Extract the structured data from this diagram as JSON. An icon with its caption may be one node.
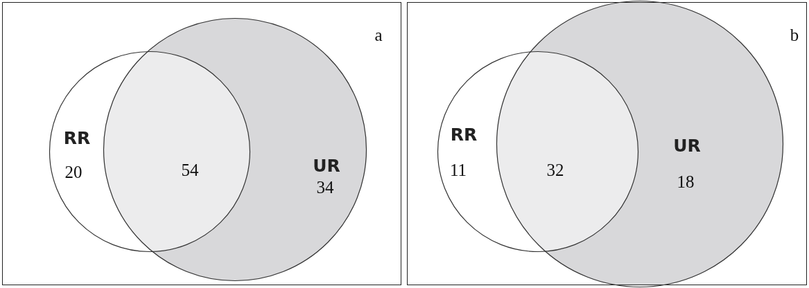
{
  "diagram": {
    "nodes": [
      {
        "text": [
          "a"
        ]
      },
      {
        "text": [
          "RR",
          "20"
        ],
        "in": 0
      },
      {
        "text": [
          "UR",
          "34"
        ],
        "in": 0
      },
      {
        "text": [
          "b"
        ]
      },
      {
        "text": [
          "RR",
          "11"
        ],
        "in": 3
      },
      {
        "text": [
          "UR",
          "18"
        ],
        "in": 3
      }
    ],
    "edges": [],
    "labels": [
      "54",
      "32"
    ]
  }
}
